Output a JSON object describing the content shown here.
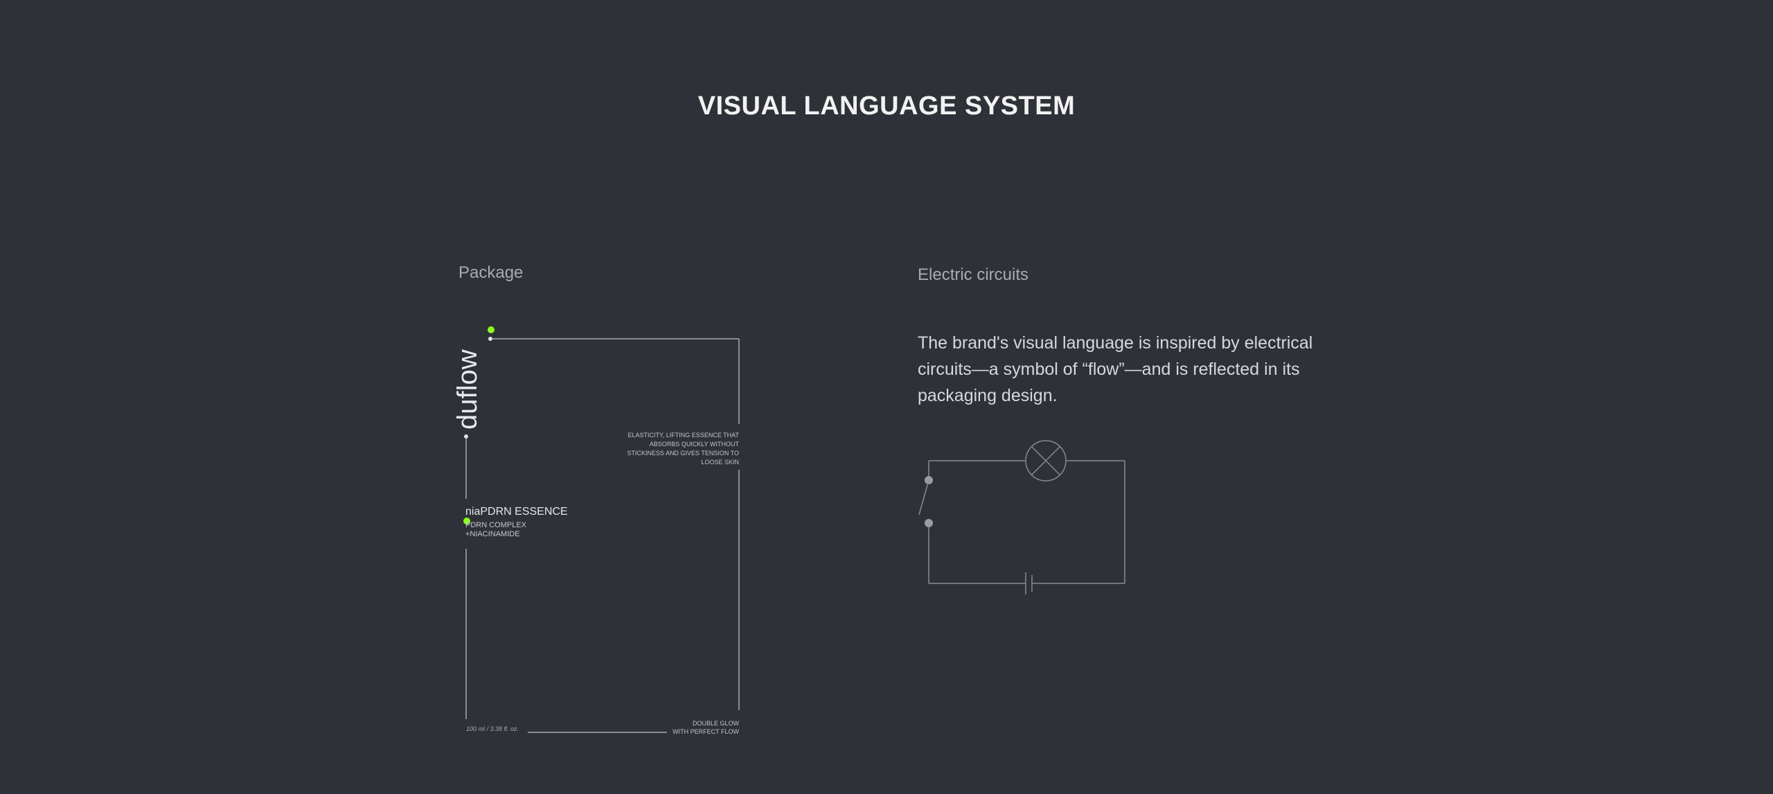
{
  "page": {
    "title": "VISUAL LANGUAGE SYSTEM"
  },
  "package_section": {
    "label": "Package",
    "brand": "duflow",
    "product_name": "niaPDRN ESSENCE",
    "product_sub_line1": "PDRN COMPLEX",
    "product_sub_line2": "+NIACINAMIDE",
    "claim_line1": "ELASTICITY, LIFTING ESSENCE THAT",
    "claim_line2": "ABSORBS QUICKLY WITHOUT",
    "claim_line3": "STICKINESS AND GIVES TENSION TO",
    "claim_line4": "LOOSE SKIN",
    "volume": "100 ml / 3.38 fl. oz.",
    "footer_line1": "DOUBLE GLOW",
    "footer_line2": "WITH PERFECT FLOW",
    "accent_color": "#8cff1a"
  },
  "circuits_section": {
    "label": "Electric circuits",
    "description": "The brand's visual language is inspired by electrical circuits—a symbol of “flow”—and is reflected in its packaging design.",
    "icons": [
      "lamp-icon",
      "switch-icon",
      "battery-icon"
    ]
  }
}
